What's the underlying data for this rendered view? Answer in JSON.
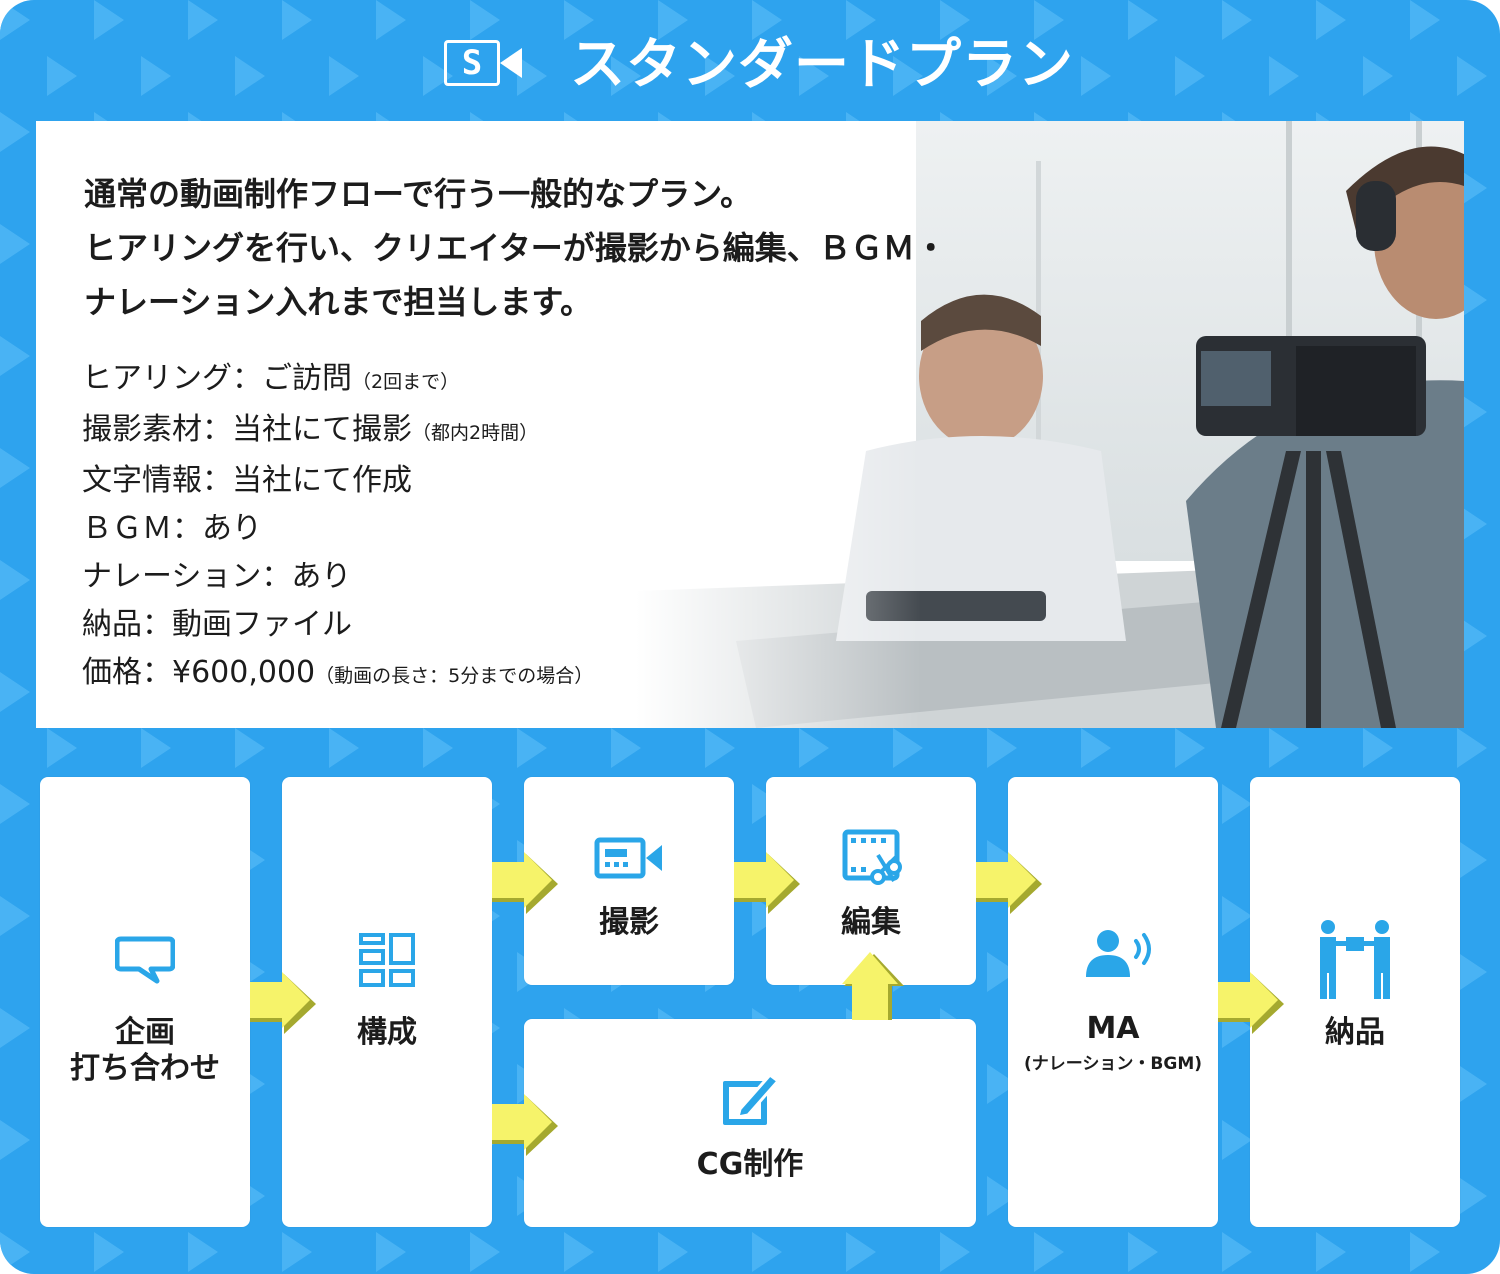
{
  "header": {
    "badge_letter": "S",
    "title": "スタンダードプラン"
  },
  "intro": {
    "lines": [
      "通常の動画制作フローで行う一般的なプラン。",
      "ヒアリングを行い、クリエイターが撮影から編集、ＢＧＭ・",
      "ナレーション入れまで担当します。"
    ]
  },
  "specs": [
    {
      "label": "ヒアリング：ご訪問",
      "note": "（2回まで）"
    },
    {
      "label": "撮影素材：当社にて撮影",
      "note": "（都内2時間）"
    },
    {
      "label": "文字情報：当社にて作成",
      "note": ""
    },
    {
      "label": "ＢＧＭ：あり",
      "note": ""
    },
    {
      "label": "ナレーション：あり",
      "note": ""
    },
    {
      "label": "納品：動画ファイル",
      "note": ""
    },
    {
      "label": "価格：¥600,000",
      "note": "（動画の長さ：5分までの場合）"
    }
  ],
  "flow": {
    "step1": {
      "line1": "企画",
      "line2": "打ち合わせ",
      "icon": "speech-bubble-icon"
    },
    "step2": {
      "label": "構成",
      "icon": "layout-icon"
    },
    "step3": {
      "label": "撮影",
      "icon": "video-camera-icon"
    },
    "step4": {
      "label": "編集",
      "icon": "film-cut-icon"
    },
    "step5": {
      "label": "CG制作",
      "icon": "pen-tablet-icon"
    },
    "step6": {
      "label": "MA",
      "sub": "(ナレーション・BGM)",
      "icon": "speaker-person-icon"
    },
    "step7": {
      "label": "納品",
      "icon": "handover-icon"
    }
  },
  "colors": {
    "background": "#2ea3ee",
    "pattern": "#49b3f4",
    "accent_icon": "#2aa6e8",
    "arrow_yellow": "#f6f36a",
    "arrow_olive": "#a5a92f"
  }
}
